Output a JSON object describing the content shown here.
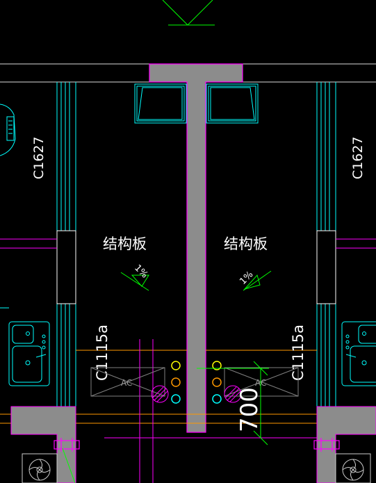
{
  "colors": {
    "background": "#000000",
    "wall_fill": "#8c8c8c",
    "wall_outline": "#ff00ff",
    "window": "#00ffff",
    "text": "#ffffff",
    "slope": "#00ff00",
    "orange": "#ff9900",
    "yellow": "#ffff00",
    "gray": "#808080",
    "magenta": "#ff00ff",
    "cyan": "#00ffff"
  },
  "labels": {
    "window_tag_left": "C1627",
    "window_tag_right": "C1627",
    "slab_left": "结构板",
    "slab_right": "结构板",
    "slope_left": "1%",
    "slope_right": "1%",
    "ac_window_left": "C1115a",
    "ac_window_right": "C1115a",
    "ac_unit_left": "AC",
    "ac_unit_right": "AC",
    "dimension": "700"
  }
}
